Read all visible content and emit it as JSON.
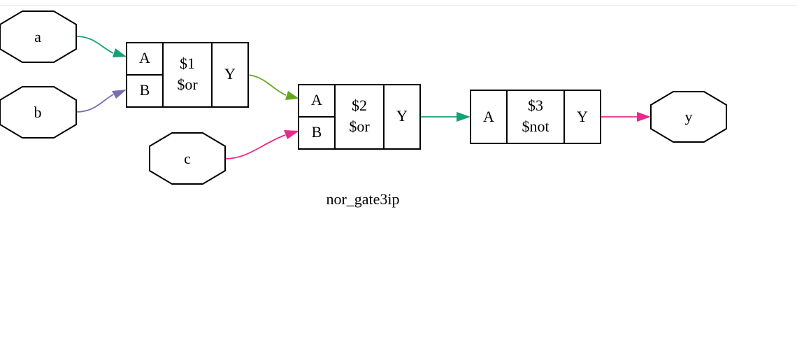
{
  "colors": {
    "wire_a": "#1b9e77",
    "wire_b": "#7570b3",
    "wire_c": "#e7298a",
    "wire_or1_or2": "#66a61e",
    "wire_or2_not": "#1b9e77",
    "wire_not_y": "#e7298a"
  },
  "ports": {
    "a": "a",
    "b": "b",
    "c": "c",
    "y": "y"
  },
  "cells": {
    "or1": {
      "in_a": "A",
      "in_b": "B",
      "id": "$1",
      "type": "$or",
      "out": "Y"
    },
    "or2": {
      "in_a": "A",
      "in_b": "B",
      "id": "$2",
      "type": "$or",
      "out": "Y"
    },
    "not3": {
      "in_a": "A",
      "id": "$3",
      "type": "$not",
      "out": "Y"
    }
  },
  "module_name": "nor_gate3ip"
}
